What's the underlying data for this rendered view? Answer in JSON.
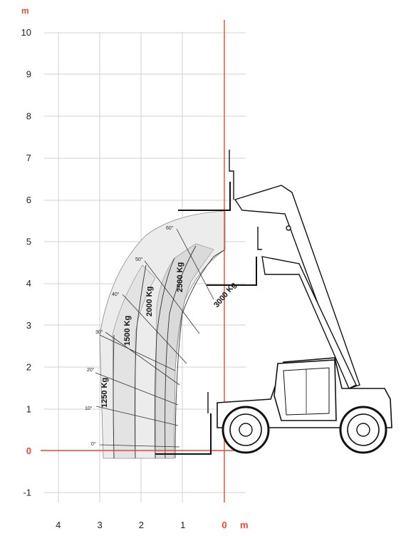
{
  "diagram": {
    "unit_label_y": "m",
    "unit_label_x": "m",
    "y_ticks": [
      "10",
      "9",
      "8",
      "7",
      "6",
      "5",
      "4",
      "3",
      "2",
      "1",
      "0",
      "-1"
    ],
    "x_ticks": [
      "4",
      "3",
      "2",
      "1",
      "0"
    ],
    "angles": [
      "0°",
      "10°",
      "20°",
      "30°",
      "40°",
      "50°",
      "60°"
    ],
    "load_labels": [
      "1250 Kg",
      "1500 Kg",
      "2000 Kg",
      "2500 Kg",
      "3000 Kg"
    ],
    "colors": {
      "accent": "#e84a2f",
      "grid": "#cfcfcf",
      "axis_text": "#222222",
      "zone_light": "#ebebeb",
      "zone_mid": "#dddddd",
      "zone_dark": "#cfcfcf",
      "machine": "#111111"
    }
  }
}
